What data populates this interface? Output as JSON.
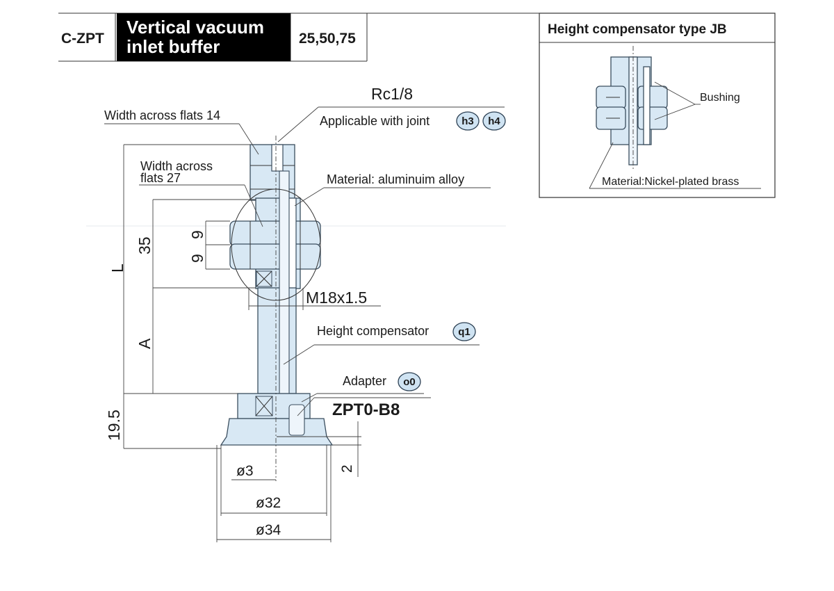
{
  "header": {
    "code": "C-ZPT",
    "title_line1": "Vertical vacuum",
    "title_line2": "inlet buffer",
    "strokes": "25,50,75"
  },
  "labels": {
    "width_across_flats_14": "Width across flats 14",
    "width_across_flats_27_line1": "Width across",
    "width_across_flats_27_line2": "flats 27",
    "port_thread": "Rc1/8",
    "applicable_joint": "Applicable with joint",
    "material_main": "Material: aluminuim alloy",
    "thread": "M18x1.5",
    "height_compensator": "Height compensator",
    "adapter": "Adapter",
    "pad_model": "ZPT0-B8"
  },
  "badges": {
    "joint_1": "h3",
    "joint_2": "h4",
    "compensator": "q1",
    "adapter": "o0"
  },
  "dimensions": {
    "overall_length": "L",
    "nut_zone": "35",
    "nut_1": "9",
    "nut_2": "9",
    "stroke": "A",
    "base": "19.5",
    "gap": "2",
    "bore": "ø3",
    "pad_inner": "ø32",
    "pad_outer": "ø34"
  },
  "inset": {
    "title": "Height compensator type JB",
    "bushing": "Bushing",
    "material": "Material:Nickel-plated brass"
  },
  "colors": {
    "part_fill": "#d8e8f4",
    "outline": "#3a4d5e",
    "badge_fill": "#cfe3f2",
    "header_black": "#000000"
  }
}
